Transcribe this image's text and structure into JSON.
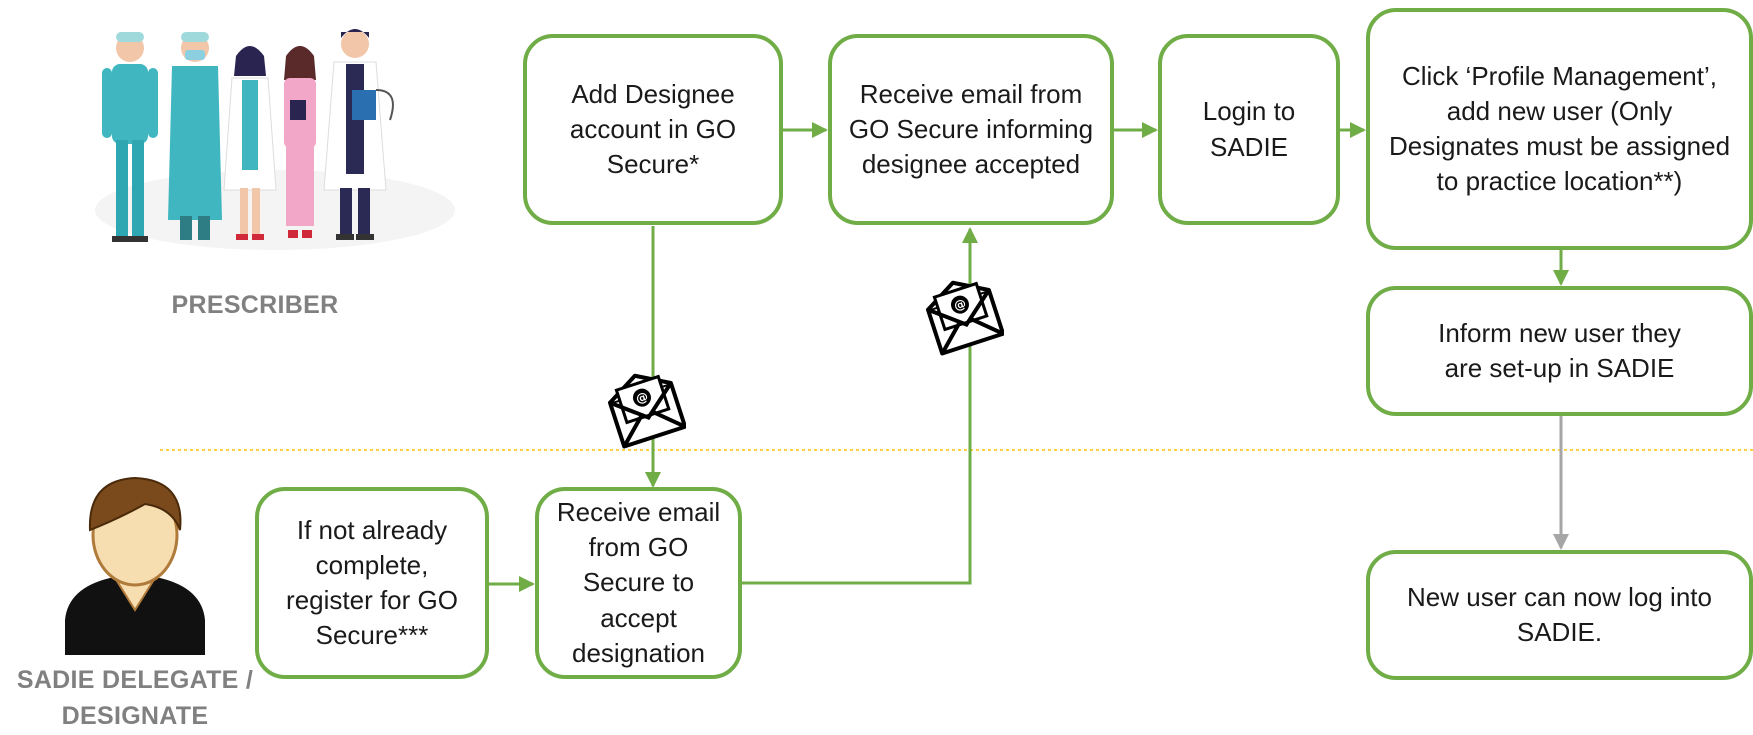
{
  "roles": {
    "prescriber": "PRESCRIBER",
    "delegate": "SADIE DELEGATE / DESIGNATE"
  },
  "boxes": {
    "add_designee": "Add Designee account in GO Secure*",
    "receive_accepted": "Receive email from GO Secure informing designee accepted",
    "login": "Login to SADIE",
    "profile_mgmt": "Click ‘Profile Management’, add new user (Only Designates must be assigned to practice location**)",
    "inform_user": "Inform new user they are set-up in SADIE",
    "new_user_login": "New user can now log into SADIE.",
    "register": "If not already complete, register for GO Secure***",
    "receive_accept": "Receive email from GO Secure to accept designation"
  },
  "icons": {
    "prescriber": "group-of-doctors-illustration",
    "delegate": "user-avatar-icon",
    "email": "email-envelope-icon"
  },
  "colors": {
    "box_border": "#70ad47",
    "arrow_green": "#70ad47",
    "arrow_gray": "#a6a6a6",
    "divider": "#ffc000",
    "label_gray": "#808080"
  }
}
